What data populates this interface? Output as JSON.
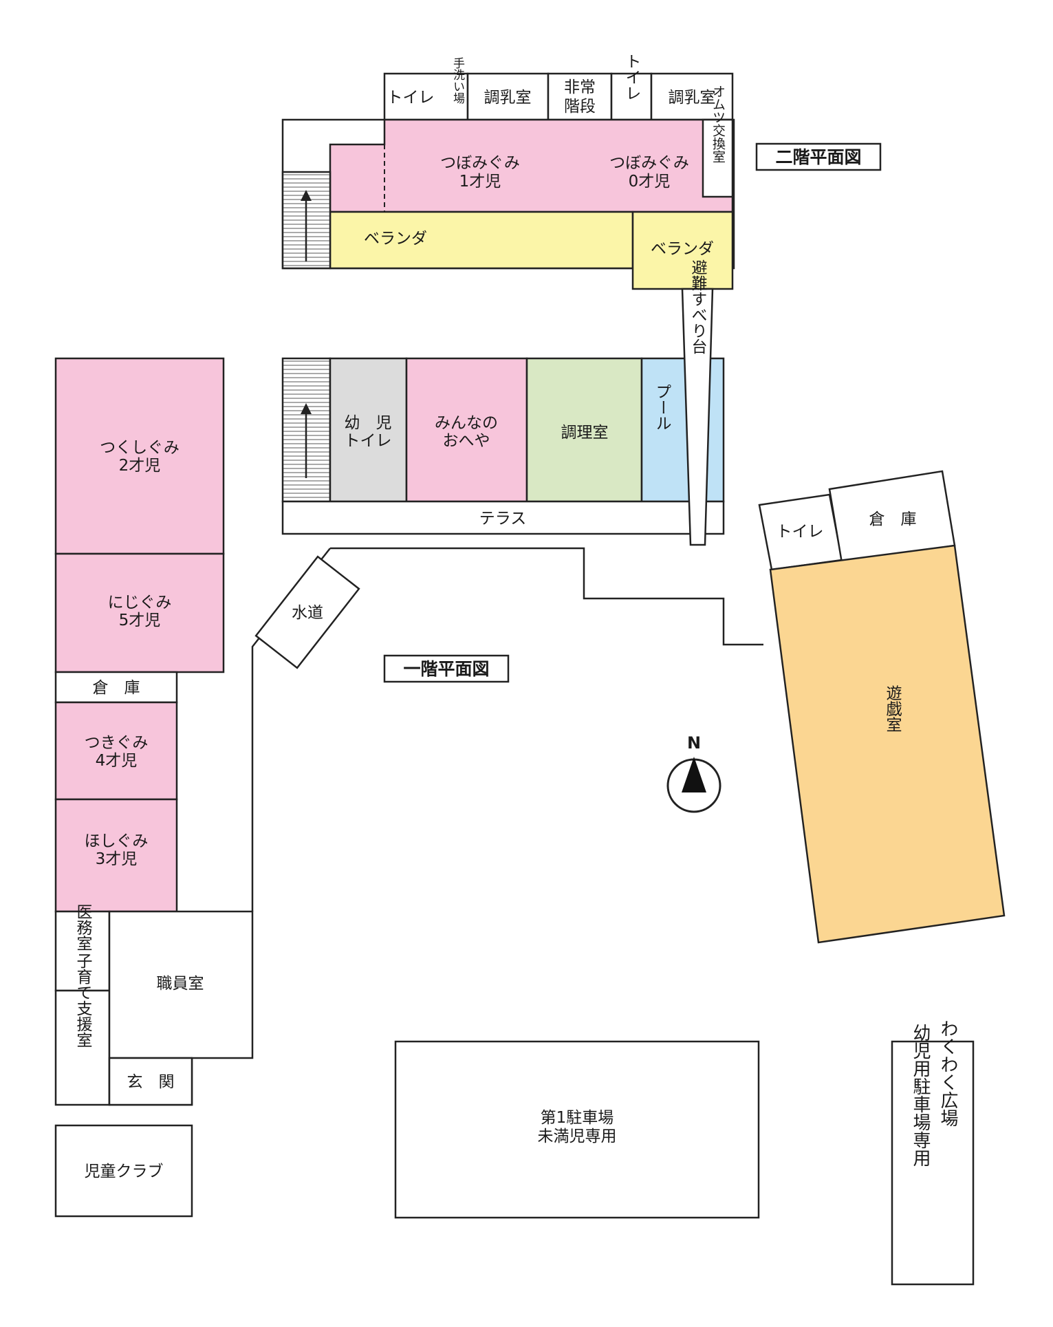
{
  "colors": {
    "pink": "#f7c5db",
    "yellow": "#fbf5a8",
    "gray": "#dcdcdc",
    "green": "#d9e8c4",
    "blue": "#bfe2f6",
    "orange": "#fbd692",
    "white": "#ffffff",
    "line": "#222222"
  },
  "second_floor": {
    "title": "二階平面図",
    "toilet_left": "トイレ",
    "washroom": "手洗い場",
    "milk_room_left": "調乳室",
    "emergency_stairs": [
      "非常",
      "階段"
    ],
    "toilet_narrow": "トイレ",
    "milk_room_right": "調乳室",
    "diaper_room": "オムツ交換室",
    "tsubomi_1": [
      "つぼみぐみ",
      "1才児"
    ],
    "tsubomi_0": [
      "つぼみぐみ",
      "0才児"
    ],
    "veranda_left": "ベランダ",
    "veranda_right": "ベランダ"
  },
  "first_floor": {
    "title": "一階平面図",
    "evacuation_slide": "避難すべり台",
    "infant_toilet": [
      "幼　児",
      "トイレ"
    ],
    "minna_room": [
      "みんなの",
      "おへや"
    ],
    "kitchen": "調理室",
    "pool": "プール",
    "terrace": "テラス",
    "tsukushi": [
      "つくしぐみ",
      "2才児"
    ],
    "niji": [
      "にじぐみ",
      "5才児"
    ],
    "storage_left": "倉　庫",
    "tsuki": [
      "つきぐみ",
      "4才児"
    ],
    "hoshi": [
      "ほしぐみ",
      "3才児"
    ],
    "medical_room": "医務室",
    "support_room": "子育て支援室",
    "staff_room": "職員室",
    "entrance": "玄　関",
    "water_tap": "水道",
    "toilet_play": "トイレ",
    "storage_play": "倉　庫",
    "play_room": "遊戯室",
    "north": "N"
  },
  "outside": {
    "kids_club": "児童クラブ",
    "parking_1": [
      "第1駐車場",
      "未満児専用"
    ],
    "wakuwaku": [
      "わくわく広場",
      "幼児用駐車場専用"
    ]
  }
}
